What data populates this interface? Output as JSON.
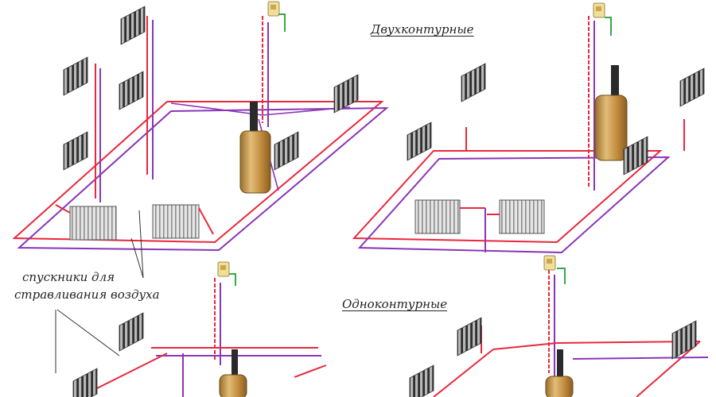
{
  "labels": {
    "two_circuit": "Двухконтурные",
    "one_circuit": "Одноконтурные",
    "air_vents_line1": "спускники для",
    "air_vents_line2": "стравливания воздуха"
  },
  "colors": {
    "supply_pipe": "#e8283c",
    "return_pipe": "#8a35b8",
    "water_pipe": "#37a84a",
    "boiler_body": "#c89a4a",
    "radiator": "#a8a8a8",
    "leader_line": "#333333"
  }
}
